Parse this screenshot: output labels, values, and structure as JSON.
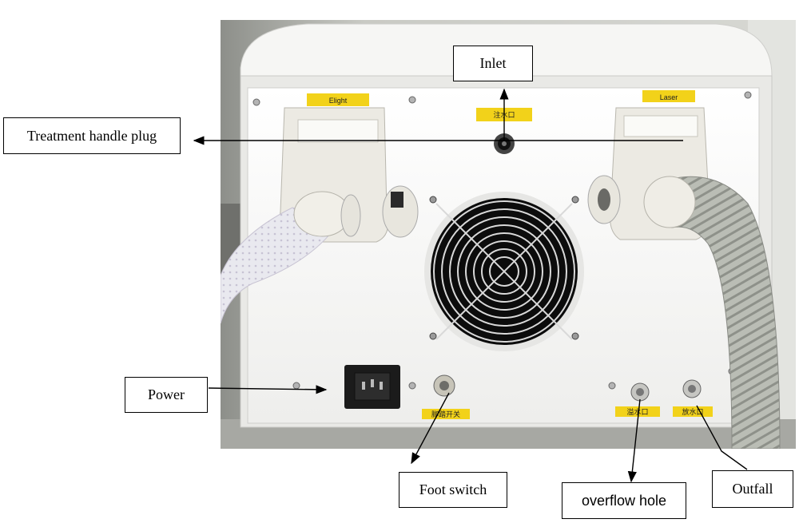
{
  "callouts": {
    "inlet": "Inlet",
    "treatment_handle_plug": "Treatment handle plug",
    "power": "Power",
    "foot_switch": "Foot switch",
    "overflow_hole": "overflow hole",
    "outfall": "Outfall"
  },
  "device_labels": {
    "elight": "Elight",
    "laser": "Laser",
    "inlet_cn": "注水口",
    "foot_switch_cn": "脚踏开关",
    "overflow_cn": "溢水口",
    "outfall_cn": "放水口"
  },
  "colors": {
    "panel": "#f4f4f2",
    "label_yellow": "#f2d21a",
    "hose_left": "#e6e6ec",
    "hose_right": "#b9bcb5",
    "fan_grill": "#111111"
  }
}
